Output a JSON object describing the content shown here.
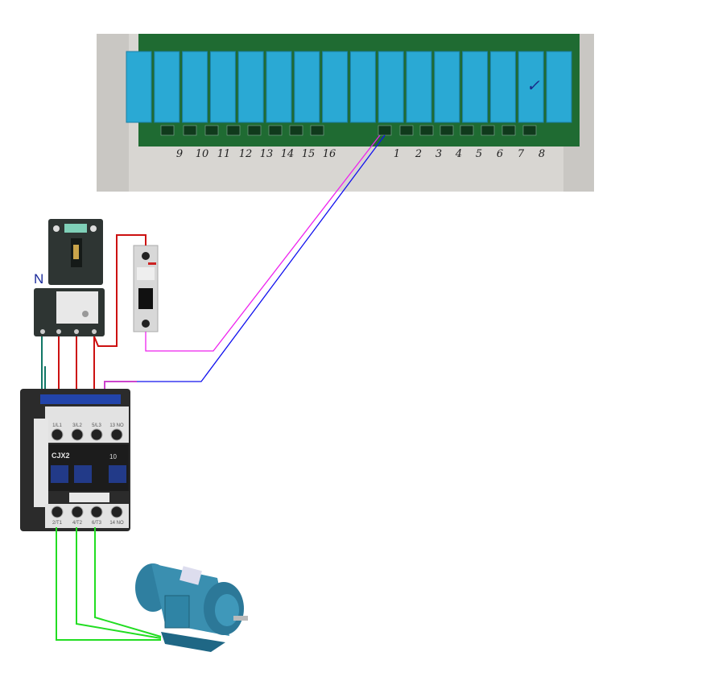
{
  "relay_board": {
    "left_group_numbers": [
      "9",
      "10",
      "11",
      "12",
      "13",
      "14",
      "15",
      "16"
    ],
    "right_group_numbers": [
      "1",
      "2",
      "3",
      "4",
      "5",
      "6",
      "7",
      "8"
    ],
    "check_mark": "✓"
  },
  "isolator": {
    "neutral_label": "N"
  },
  "contactor": {
    "model": "CJX2",
    "rating": "10",
    "top_terminals": [
      "1/L1",
      "3/L2",
      "5/L3",
      "13 NO"
    ],
    "bottom_terminals": [
      "2/T1",
      "4/T2",
      "6/T3",
      "14 NO"
    ]
  },
  "colors": {
    "relay_blue": "#2aa9d4",
    "pcb_green": "#1f6b32",
    "wire_red": "#cc1111",
    "wire_magenta": "#ee22ee",
    "wire_blue": "#1111ee",
    "wire_green": "#22dd22",
    "wire_teal": "#117766",
    "motor_blue": "#3a8fb0"
  }
}
